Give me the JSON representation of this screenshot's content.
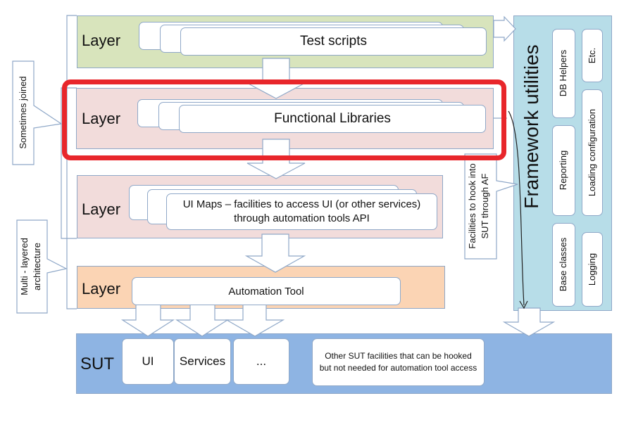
{
  "layers": {
    "test_scripts": {
      "label": "Layer",
      "card": "Test scripts",
      "color": "#d8e4bc"
    },
    "functional_libraries": {
      "label": "Layer",
      "card": "Functional Libraries",
      "color": "#f2dcdb"
    },
    "ui_maps": {
      "label": "Layer",
      "card": "UI Maps – facilities to access UI (or other services) through automation tools API",
      "color": "#f2dcdb"
    },
    "automation_tool": {
      "label": "Layer",
      "card": "Automation Tool",
      "color": "#fbd4b4"
    }
  },
  "sut": {
    "label": "SUT",
    "color": "#8eb4e3",
    "items": [
      "UI",
      "Services",
      "..."
    ],
    "other": "Other SUT facilities that can be hooked but not needed for automation tool access"
  },
  "framework": {
    "title": "Framework utilities",
    "color": "#b7dde8",
    "items": [
      "DB Helpers",
      "Etc.",
      "Reporting",
      "Loading configuration",
      "Base classes",
      "Logging"
    ]
  },
  "annotations": {
    "sometimes_joined": "Sometimes joined",
    "multi_layered": "Multi - layered architecture",
    "hook": "Facilities to hook into SUT through AF"
  },
  "highlight_color": "#e8262b"
}
